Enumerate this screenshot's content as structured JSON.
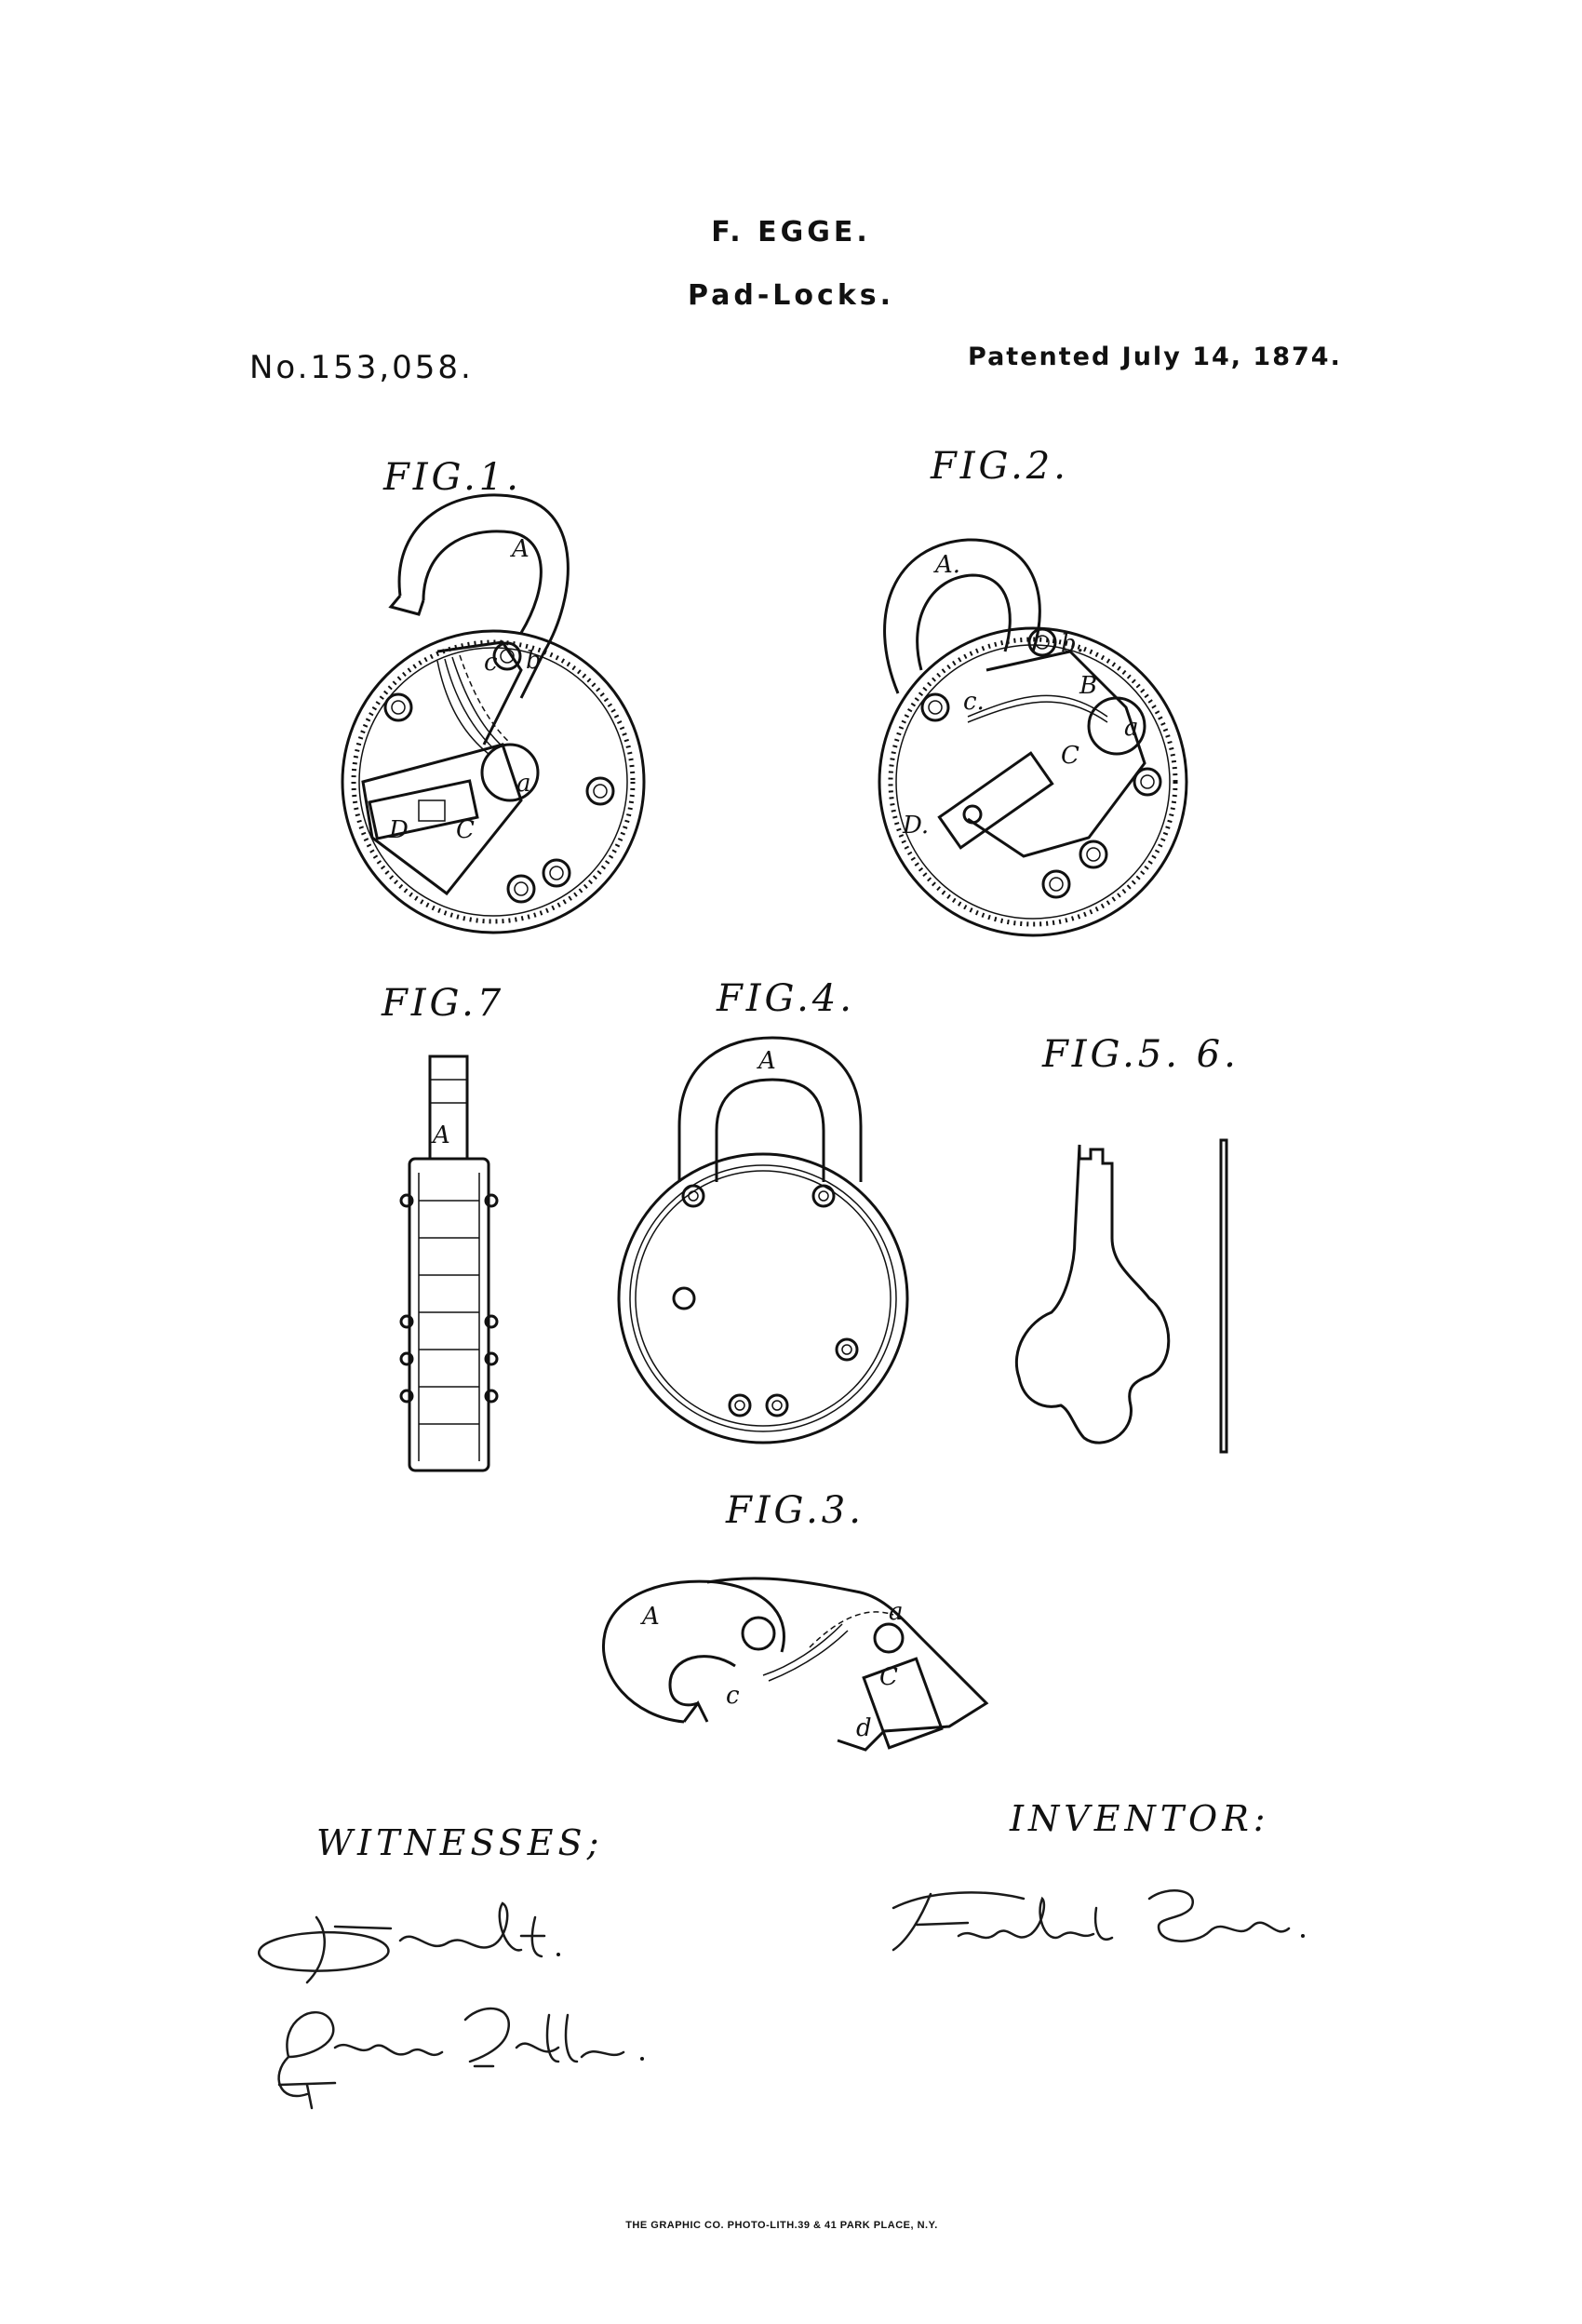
{
  "header": {
    "inventor": "F. EGGE.",
    "title": "Pad-Locks.",
    "patent_number": "No.153,058.",
    "date": "Patented July 14, 1874."
  },
  "figures": {
    "fig1": "FIG.1.",
    "fig2": "FIG.2.",
    "fig7": "FIG.7",
    "fig4": "FIG.4.",
    "fig56": "FIG.5. 6.",
    "fig3": "FIG.3."
  },
  "labels": {
    "fig1": [
      "A",
      "b",
      "c",
      "a",
      "D",
      "C"
    ],
    "fig2": [
      "A.",
      "b.",
      "B",
      "c.",
      "a",
      "C",
      "D."
    ],
    "fig7": [
      "A"
    ],
    "fig4": [
      "A"
    ],
    "fig3": [
      "A",
      "a",
      "c",
      "C",
      "d"
    ]
  },
  "signatures": {
    "witnesses_caption": "WITNESSES;",
    "inventor_caption": "INVENTOR:",
    "witness_1": "F.W. Smith",
    "witness_2": "George Palmer",
    "inventor_signature": "Fredrich Egge"
  },
  "imprint": "THE GRAPHIC CO. PHOTO-LITH.39 & 41 PARK PLACE, N.Y."
}
